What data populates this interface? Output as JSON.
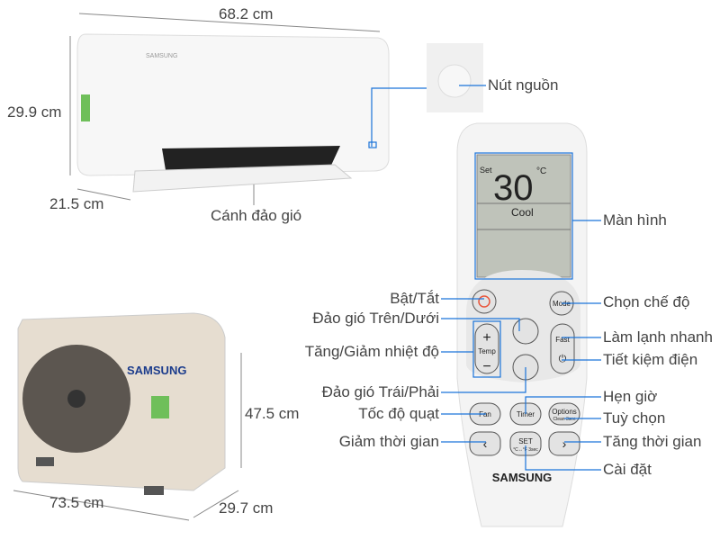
{
  "dimensions": {
    "indoor_width": "68.2 cm",
    "indoor_height": "29.9 cm",
    "indoor_depth": "21.5 cm",
    "outdoor_height": "47.5 cm",
    "outdoor_width": "73.5 cm",
    "outdoor_depth": "29.7 cm"
  },
  "indoor_labels": {
    "flap": "Cánh đảo gió",
    "power_button": "Nút nguồn"
  },
  "brand": "SAMSUNG",
  "remote_display": {
    "set": "Set",
    "temperature": "30",
    "unit": "°C",
    "mode": "Cool"
  },
  "remote_buttons": {
    "mode": "Mode",
    "temp": "Temp",
    "fast": "Fast",
    "fan": "Fan",
    "timer": "Timer",
    "options": "Options",
    "options_sub": "Clean 3sec",
    "set": "SET",
    "set_sub": "°C↔°F 3sec"
  },
  "callouts_left": [
    "Bật/Tắt",
    "Đảo gió Trên/Dưới",
    "Tăng/Giảm nhiệt độ",
    "Đảo gió Trái/Phải",
    "Tốc độ quạt",
    "Giảm thời gian"
  ],
  "callouts_right": [
    "Màn hình",
    "Chọn chế độ",
    "Làm lạnh nhanh",
    "Tiết kiệm điện",
    "Hẹn giờ",
    "Tuỳ chọn",
    "Tăng thời gian",
    "Cài đặt"
  ],
  "colors": {
    "callout_line": "#1a73d9",
    "power_icon": "#e8553b"
  }
}
